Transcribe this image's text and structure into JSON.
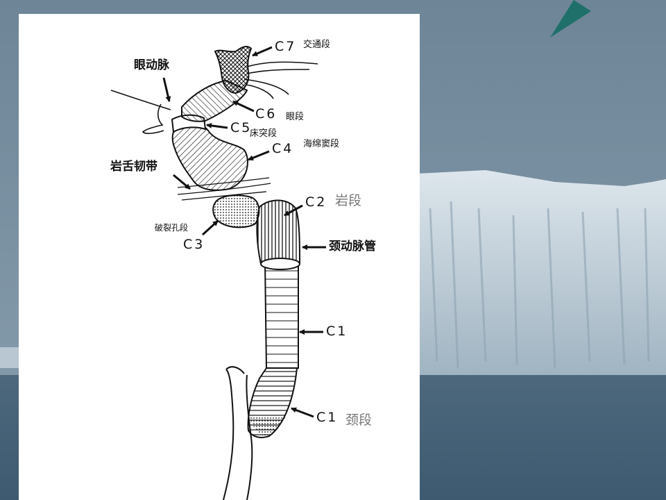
{
  "slide": {
    "colors": {
      "sky": "#7d95a6",
      "sea": "#4f6b80",
      "ice": "#c9d6df",
      "triangle": "#1f6f6a",
      "panel": "#ffffff"
    }
  },
  "diagram": {
    "labels": {
      "c7": "C7",
      "c7_name": "交通段",
      "ophthalmic_artery": "眼动脉",
      "c6": "C6",
      "c6_name": "眼段",
      "c5": "C5",
      "c5_name": "床突段",
      "c4": "C4",
      "c4_name": "海绵窦段",
      "petrolingual_ligament": "岩舌韧带",
      "c2": "C2",
      "c2_name": "岩段",
      "lacerum_segment": "破裂孔段",
      "c3": "C3",
      "carotid_canal": "颈动脉管",
      "c1_upper": "C1",
      "c1_lower": "C1",
      "cervical_segment": "颈段"
    }
  }
}
